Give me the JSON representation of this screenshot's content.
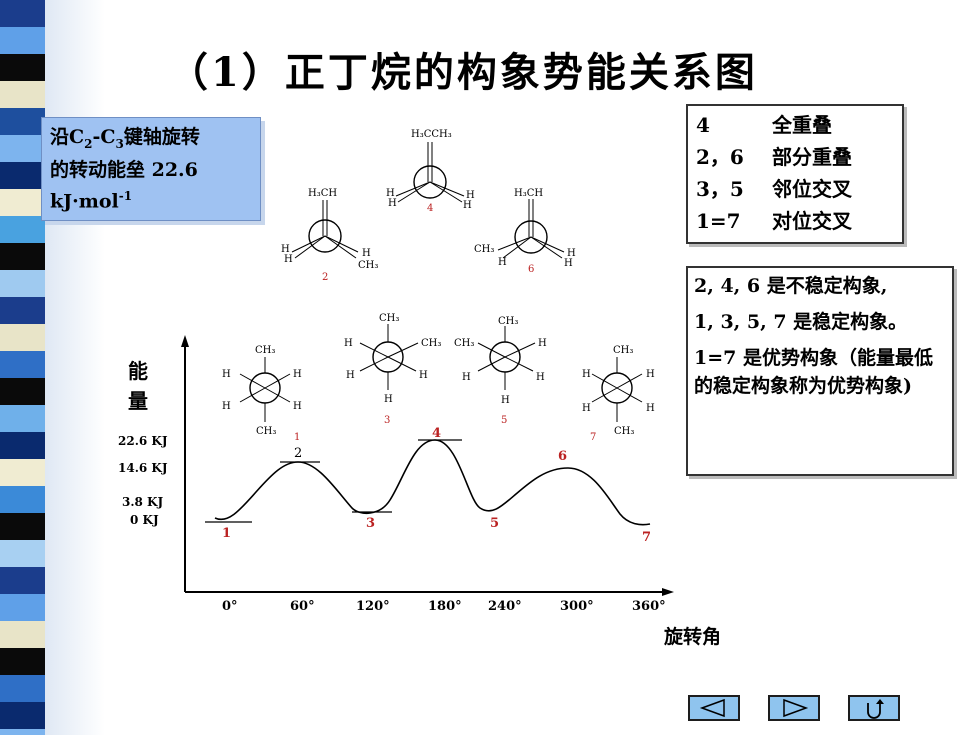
{
  "title": "（1）正丁烷的构象势能关系图",
  "info": {
    "line1_pre": "沿C",
    "line1_sub1": "2",
    "line1_mid": "-C",
    "line1_sub2": "3",
    "line1_post": "键轴旋转",
    "line2": "的转动能垒  22.6",
    "line3_base": "kJ·mol",
    "line3_sup": "-1"
  },
  "legend": [
    {
      "key": "4",
      "value": "全重叠"
    },
    {
      "key": "2，6",
      "value": "部分重叠"
    },
    {
      "key": "3，5",
      "value": "邻位交叉"
    },
    {
      "key": "1=7",
      "value": "对位交叉"
    }
  ],
  "notes": {
    "line1": "2, 4, 6 是不稳定构象,",
    "line2": "1, 3, 5, 7 是稳定构象。",
    "line3": "1=7 是优势构象（能量最低的稳定构象称为优势构象)"
  },
  "axis": {
    "y_label_1": "能",
    "y_label_2": "量",
    "x_label": "旋转角",
    "x_ticks": [
      "0°",
      "60°",
      "120°",
      "180°",
      "240°",
      "300°",
      "360°"
    ],
    "y_ticks": [
      "22.6 KJ",
      "14.6 KJ",
      "3.8 KJ",
      "0 KJ"
    ]
  },
  "chart_data": {
    "type": "line",
    "xlabel": "旋转角",
    "ylabel": "能量",
    "x": [
      0,
      60,
      120,
      180,
      240,
      300,
      360
    ],
    "point_labels": [
      "1",
      "2",
      "3",
      "4",
      "5",
      "6",
      "7"
    ],
    "y_ticks": [
      "22.6 KJ",
      "14.6 KJ",
      "3.8 KJ",
      "0 KJ"
    ],
    "grid": false
  },
  "projections": {
    "p1": {
      "num": "1",
      "top": "CH₃",
      "ul": "H",
      "ur": "H",
      "ll": "H",
      "lr": "H",
      "bottom": "CH₃"
    },
    "p2": {
      "num": "2",
      "top": "H₃CH",
      "ll": "H",
      "lr": "H",
      "lb": "H",
      "rb": "CH₃"
    },
    "p3": {
      "num": "3",
      "top": "CH₃",
      "ul": "H",
      "ur": "CH₃",
      "ll": "H",
      "lr": "H",
      "bottom": "H"
    },
    "p4": {
      "num": "4",
      "top": "H₃CCH₃",
      "ll": "H",
      "lb": "H",
      "lr": "H",
      "rb": "H"
    },
    "p5": {
      "num": "5",
      "top": "CH₃",
      "ul": "CH₃",
      "ur": "H",
      "ll": "H",
      "lr": "H",
      "bottom": "H"
    },
    "p6": {
      "num": "6",
      "top": "H₃CH",
      "ll": "CH₃",
      "lb": "H",
      "lr": "H",
      "rb": "H"
    },
    "p7": {
      "num": "7",
      "top": "CH₃",
      "ul": "H",
      "ur": "H",
      "ll": "H",
      "lr": "H",
      "bottom": "CH₃"
    }
  },
  "colors": {
    "accent": "#c0392b",
    "box": "#9fc2f2",
    "nav": "#8fc4ee"
  },
  "nav": {
    "prev_icon": "triangle-left-icon",
    "next_icon": "triangle-right-icon",
    "return_icon": "return-arrow-icon"
  }
}
